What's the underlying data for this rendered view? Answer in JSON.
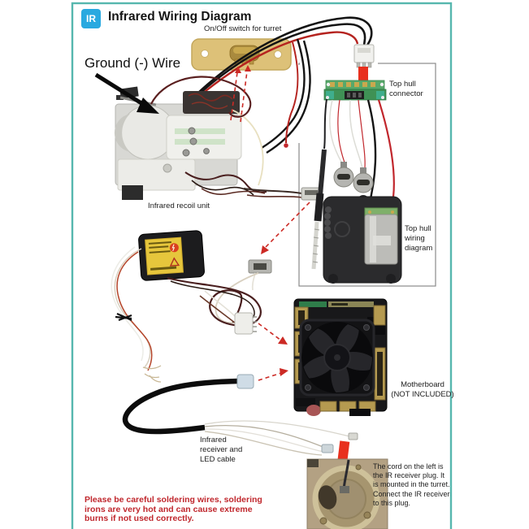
{
  "header": {
    "badge": "IR",
    "title": "Infrared Wiring Diagram"
  },
  "labels": {
    "switch": "On/Off switch for turret",
    "ground": "Ground (-) Wire",
    "recoil": "Infrared recoil unit",
    "top_hull_connector": [
      "Top hull",
      "connector"
    ],
    "top_hull_wiring": [
      "Top hull",
      "wiring",
      "diagram"
    ],
    "motherboard": [
      "Motherboard",
      "(NOT INCLUDED)"
    ],
    "ir_cable": [
      "Infrared",
      "receiver and",
      "LED cable"
    ],
    "plug_note": [
      "The cord on the left is",
      "the IR receiver plug. It",
      "is mounted in the turret.",
      "Connect the IR receiver",
      "to this plug."
    ],
    "warning": [
      "Please be careful soldering wires, soldering",
      "irons are very hot and can cause extreme",
      "burns if not used correctly."
    ]
  },
  "colors": {
    "border_teal": "#56b7ae",
    "badge_blue": "#29a9e0",
    "arrow_red": "#e8301e",
    "dashed_red": "#cc2a25",
    "warning_red": "#c0272d",
    "pcb_green": "#3f9155"
  }
}
